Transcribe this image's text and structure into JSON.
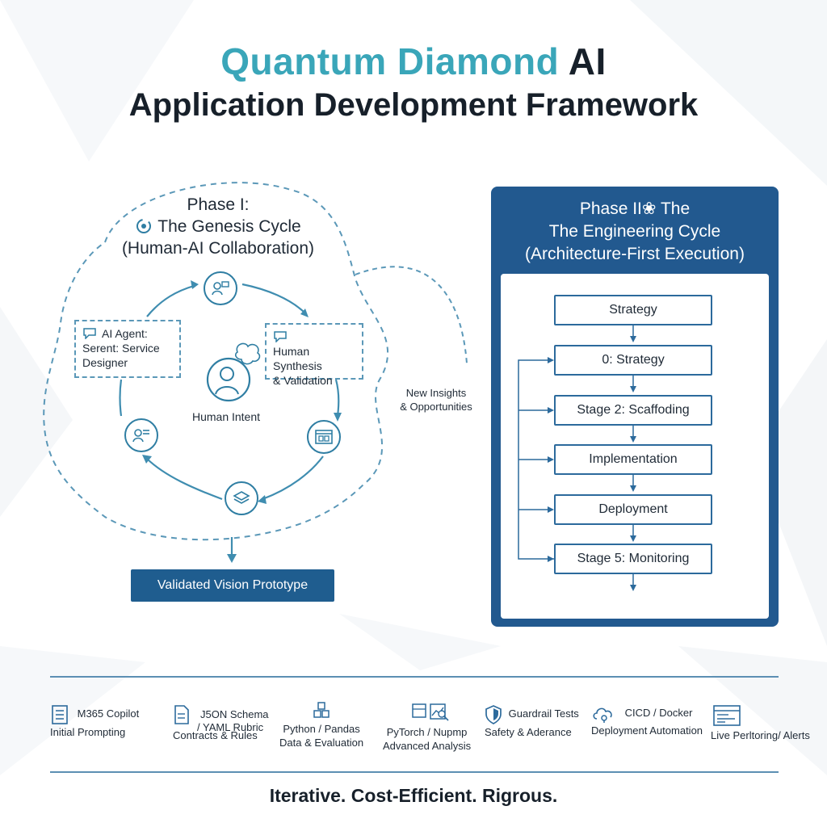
{
  "title": {
    "accent": "Quantum Diamond",
    "suffix": "AI",
    "line2": "Application Development Framework"
  },
  "phase1": {
    "heading": "Phase I:",
    "subheading": "The Genesis Cycle",
    "caption": "(Human-AI Collaboration)",
    "agent_box": [
      "AI Agent:",
      "Serent: Service",
      "Designer"
    ],
    "synthesis_box": [
      "Human Synthesis",
      "& Validation"
    ],
    "center_label": "Human Intent",
    "output_button": "Validated Vision Prototype"
  },
  "feedback_label": [
    "New Insights",
    "& Opportunities"
  ],
  "phase2": {
    "heading_l1": "Phase II❀ The",
    "heading_l2": "The Engineering Cycle",
    "heading_l3": "(Architecture-First Execution)",
    "stages": [
      "Strategy",
      "0: Strategy",
      "Stage 2: Scaffoding",
      "Implementation",
      "Deployment",
      "Stage 5: Monitoring"
    ]
  },
  "tools": [
    {
      "icon": "checklist-icon",
      "l1": "M365 Copilot",
      "l2": "Initial Prompting"
    },
    {
      "icon": "document-icon",
      "l1": "J5ON Schema",
      "l1b": "/ YAML Rubric",
      "l2": "Contracts & Rules"
    },
    {
      "icon": "cubes-icon",
      "l1": "Python / Pandas",
      "l2": "Data & Evaluation"
    },
    {
      "icon": "chart-search-icon",
      "l1": "PyTorch / Nupmp",
      "l2": "Advanced Analysis"
    },
    {
      "icon": "shield-icon",
      "l1": "Guardrail Tests",
      "l2": "Safety & Aderance"
    },
    {
      "icon": "cloud-gear-icon",
      "l1": "CICD / Docker",
      "l2": "Deployment Automation"
    },
    {
      "icon": "dashboard-icon",
      "l1": "",
      "l2": "Live Perltoring/ Alerts"
    }
  ],
  "tagline": "Iterative. Cost-Efficient. Rigrous.",
  "colors": {
    "accent": "#3aa6b9",
    "navy": "#22598f",
    "line": "#2f7ea3",
    "dashed": "#5b98b8"
  }
}
